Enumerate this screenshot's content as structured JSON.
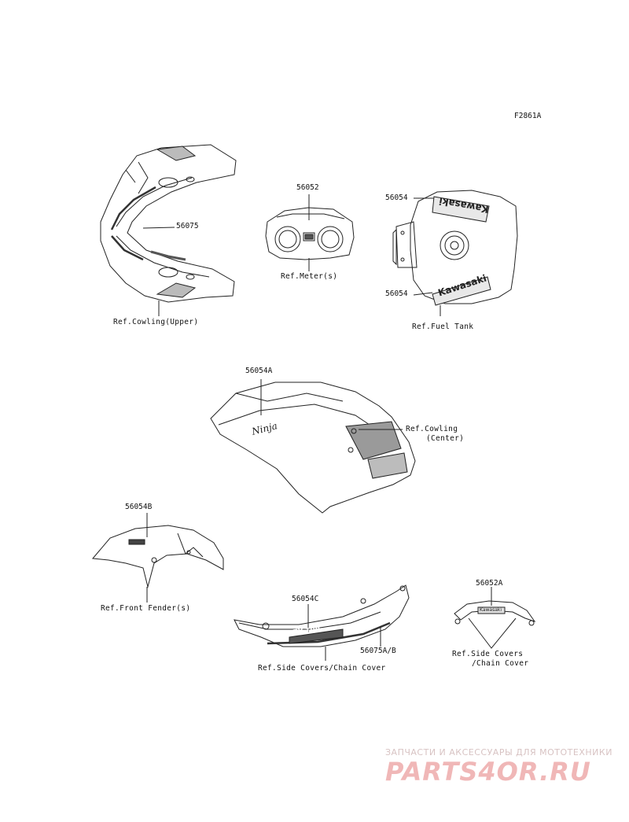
{
  "figure_id": "F2861A",
  "parts": {
    "cowling_upper": {
      "code": "56075",
      "ref": "Ref.Cowling(Upper)"
    },
    "meter": {
      "code": "56052",
      "ref": "Ref.Meter(s)"
    },
    "fuel_tank": {
      "code_top": "56054",
      "code_bottom": "56054",
      "ref": "Ref.Fuel Tank"
    },
    "cowling_center": {
      "code": "56054A",
      "ref_line1": "Ref.Cowling",
      "ref_line2": "(Center)"
    },
    "front_fender": {
      "code": "56054B",
      "ref": "Ref.Front Fender(s)"
    },
    "side_covers": {
      "code_top": "56054C",
      "code_bottom": "56075A/B",
      "ref": "Ref.Side Covers/Chain Cover"
    },
    "side_covers_2": {
      "code": "56052A",
      "ref_line1": "Ref.Side Covers",
      "ref_line2": "/Chain Cover"
    }
  },
  "decals": {
    "tank_top": "Kawasaki",
    "tank_bottom": "Kawasaki",
    "cowl_logo": "Ninja",
    "side_logo": "ZX-10R",
    "tail_logo": "Kawasaki"
  },
  "watermark": {
    "caption": "ЗАПЧАСТИ И АКСЕССУАРЫ ДЛЯ МОТОТЕХНИКИ",
    "logo": "PARTS4OR.RU"
  }
}
